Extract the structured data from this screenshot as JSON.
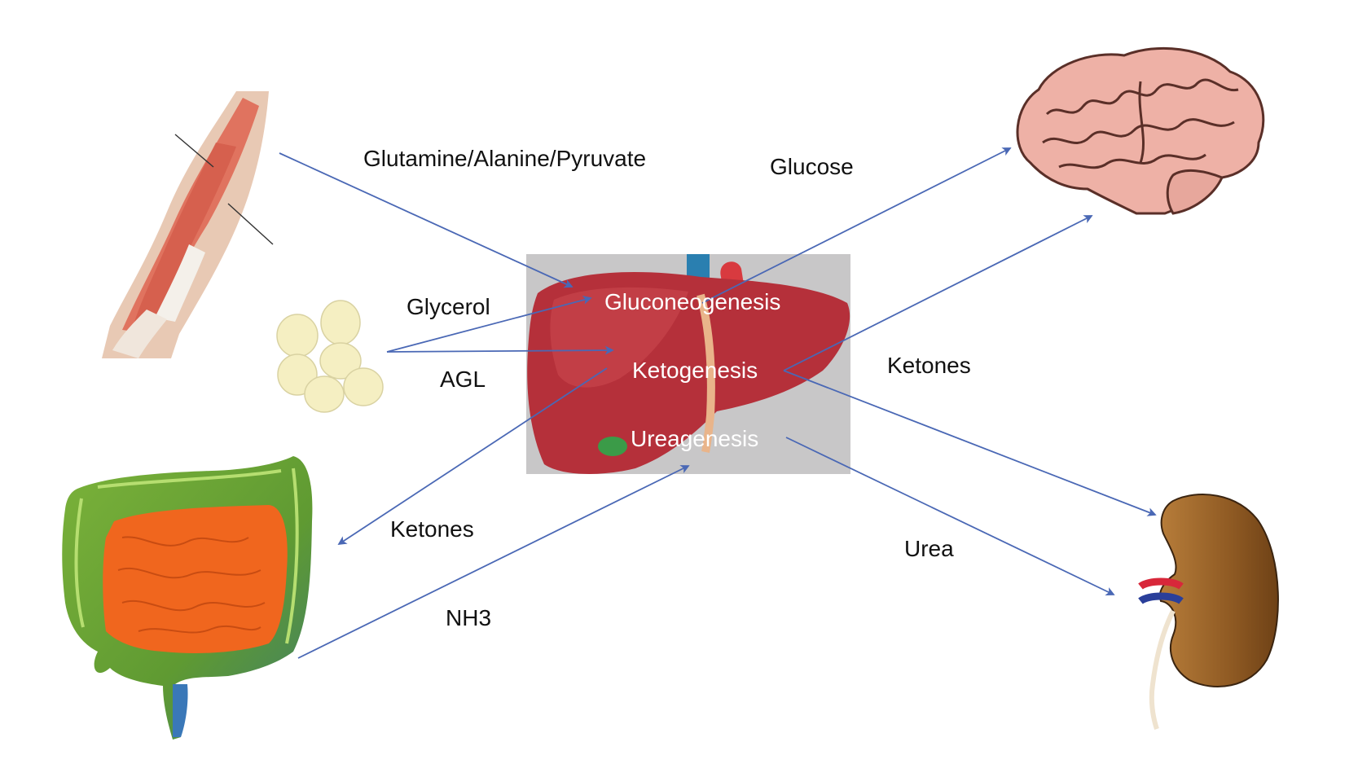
{
  "liver_processes": {
    "gluconeogenesis": "Gluconeogenesis",
    "ketogenesis": "Ketogenesis",
    "ureagenesis": "Ureagenesis"
  },
  "labels": {
    "muscle_to_liver": "Glutamine/Alanine/Pyruvate",
    "glycerol": "Glycerol",
    "agl": "AGL",
    "glucose": "Glucose",
    "ketones_brain": "Ketones",
    "ketones_gut": "Ketones",
    "nh3": "NH3",
    "urea": "Urea"
  },
  "icons": {
    "muscle": "muscle-icon",
    "adipose": "adipose-cells-icon",
    "intestine": "intestine-icon",
    "liver": "liver-icon",
    "brain": "brain-icon",
    "kidney": "kidney-icon"
  },
  "colors": {
    "arrow": "#4a68b5",
    "liver_box": "#c8c7c8",
    "liver": "#b5303a"
  }
}
